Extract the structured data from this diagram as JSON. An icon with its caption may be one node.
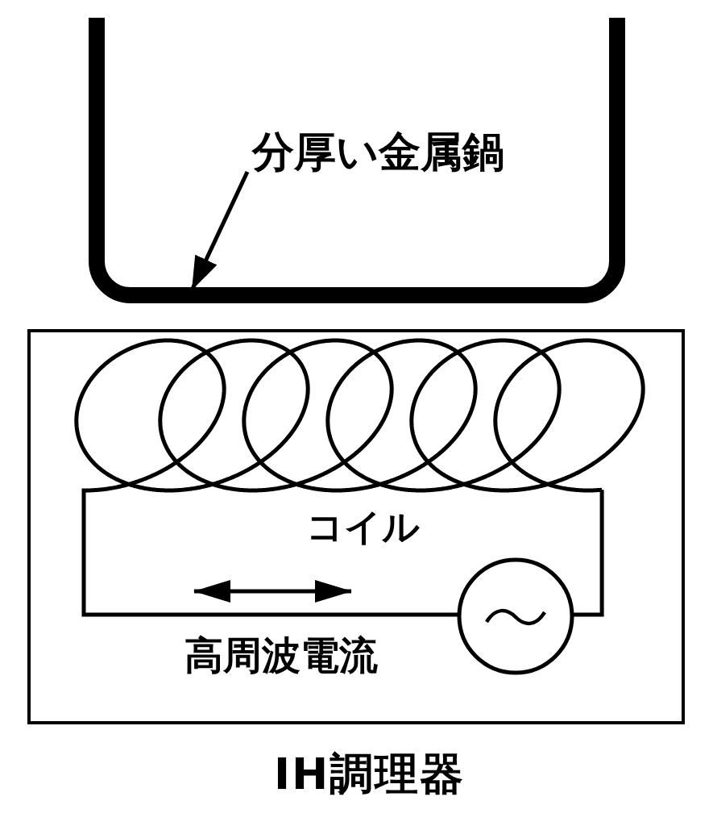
{
  "diagram": {
    "nodes": [
      {
        "text": [],
        "shape": "picture"
      },
      {
        "text": [
          "分厚い金属鍋"
        ],
        "in": 0
      },
      {
        "text": [
          "IH調理器"
        ]
      }
    ],
    "edges": [
      {
        "from": 1,
        "to": 0,
        "arrow": "to"
      }
    ],
    "labels": [
      "コイル",
      "高周波電流"
    ]
  }
}
